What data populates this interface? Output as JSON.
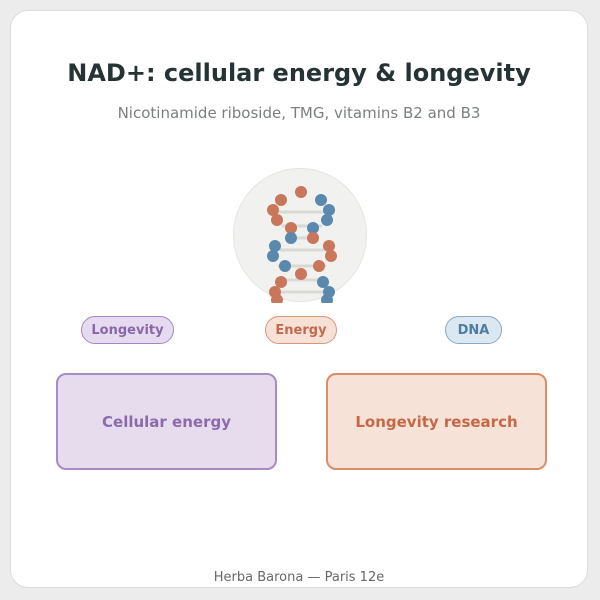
{
  "header": {
    "title": "NAD+: cellular energy & longevity",
    "subtitle": "Nicotinamide riboside, TMG, vitamins B2 and B3"
  },
  "illustration": {
    "icon": "dna-double-helix-icon",
    "colors": {
      "strand_a": "#c9765a",
      "strand_b": "#5b88ad",
      "rung": "#d9d9d6",
      "circle_background": "#f1f2ef"
    }
  },
  "tags": [
    {
      "label": "Longevity",
      "color": "#8a67a8"
    },
    {
      "label": "Energy",
      "color": "#c26b4c"
    },
    {
      "label": "DNA",
      "color": "#4f7ca1"
    }
  ],
  "panels": [
    {
      "label": "Cellular energy",
      "color": "#8d6aab"
    },
    {
      "label": "Longevity research",
      "color": "#c66847"
    }
  ],
  "footer": {
    "text": "Herba Barona — Paris 12e"
  }
}
